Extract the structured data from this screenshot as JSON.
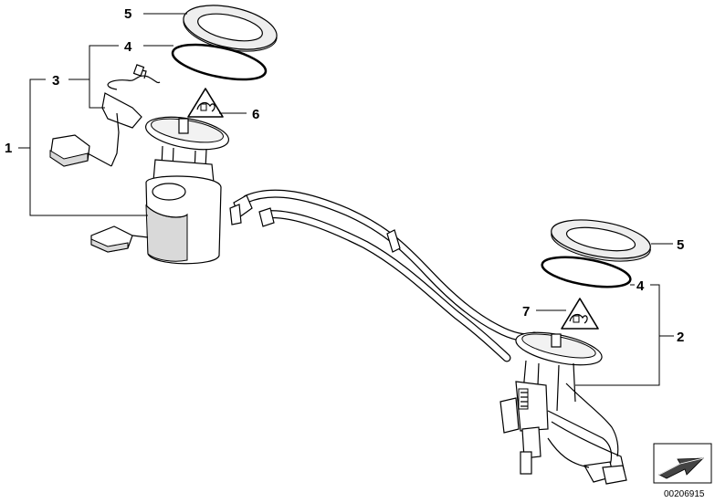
{
  "callouts": {
    "label_1": "1",
    "label_2": "2",
    "label_3": "3",
    "label_4_top": "4",
    "label_4_right": "4",
    "label_5_top": "5",
    "label_5_right": "5",
    "label_6": "6",
    "label_7": "7"
  },
  "document_number": "00206915",
  "icons": {
    "warning_triangle": "warning-triangle-icon",
    "orientation_arrow": "orientation-arrow-icon"
  },
  "colors": {
    "line": "#000000",
    "background": "#ffffff",
    "shading": "#d9d9d9"
  }
}
